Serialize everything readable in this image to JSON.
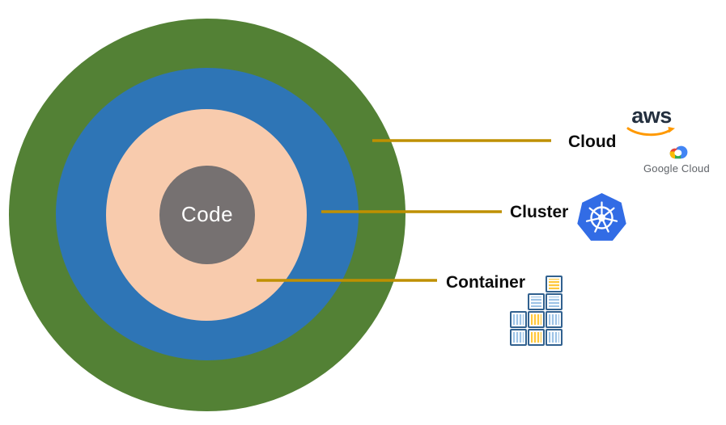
{
  "background": "#FFFFFF",
  "rings": {
    "cloud": {
      "name": "Cloud ring",
      "color": "#538135"
    },
    "cluster": {
      "name": "Cluster ring",
      "color": "#2E75B6"
    },
    "container": {
      "name": "Container ring",
      "color": "#F8CBAD"
    },
    "code": {
      "name": "Code core",
      "color": "#767171",
      "label": "Code",
      "label_color": "#FFFFFF"
    }
  },
  "callouts": {
    "line_color": "#BF9000",
    "label_color": "#0D0D0D",
    "cloud": {
      "label": "Cloud"
    },
    "cluster": {
      "label": "Cluster"
    },
    "container": {
      "label": "Container"
    }
  },
  "logos": {
    "aws": {
      "icon": "aws-smile-arrow-icon",
      "text": "aws",
      "text_color": "#232F3E",
      "arrow_color": "#FF9900"
    },
    "google_cloud": {
      "icon": "google-cloud-icon",
      "label": "Google Cloud",
      "label_color": "#5F6368",
      "blue": "#4285F4",
      "red": "#EA4335",
      "yellow": "#FBBC05",
      "green": "#34A853",
      "center": "#FFFFFF"
    },
    "kubernetes": {
      "icon": "kubernetes-helm-wheel-icon",
      "color": "#326CE5",
      "wheel_color": "#FFFFFF"
    },
    "container_stack": {
      "icon": "shipping-containers-icon",
      "border": "#31618F",
      "blue_fill": "#F2F8FD",
      "blue_stripe": "#9DC3E6",
      "yellow_fill": "#FFF6DE",
      "yellow_stripe": "#FFC83D",
      "grid": [
        [
          "",
          "",
          "yh"
        ],
        [
          "",
          "bh",
          "bh"
        ],
        [
          "bv",
          "yv",
          "bv"
        ],
        [
          "bv",
          "yv",
          "bv"
        ]
      ]
    }
  }
}
